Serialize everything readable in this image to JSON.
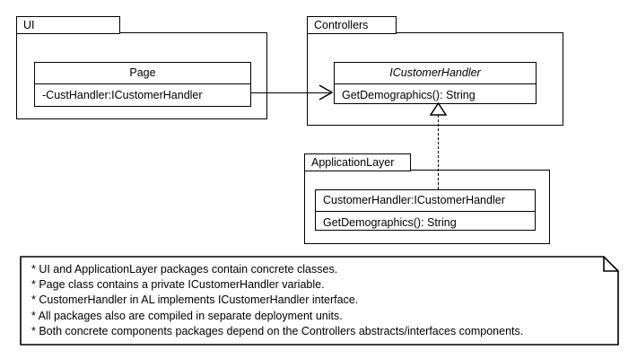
{
  "diagram": {
    "type": "uml-package-class-diagram",
    "packages": [
      {
        "id": "ui",
        "name": "UI",
        "classes": [
          {
            "id": "page",
            "name": "Page",
            "stereotype": "class",
            "name_italic": false,
            "attributes": [
              "-CustHandler:ICustomerHandler"
            ],
            "operations": []
          }
        ]
      },
      {
        "id": "controllers",
        "name": "Controllers",
        "classes": [
          {
            "id": "icustomerhandler",
            "name": "ICustomerHandler",
            "stereotype": "interface",
            "name_italic": true,
            "attributes": [],
            "operations": [
              "GetDemographics(): String"
            ]
          }
        ]
      },
      {
        "id": "applicationlayer",
        "name": "ApplicationLayer",
        "classes": [
          {
            "id": "customerhandler",
            "name": "CustomerHandler:ICustomerHandler",
            "stereotype": "class",
            "name_italic": false,
            "attributes": [],
            "operations": [
              "GetDemographics(): String"
            ]
          }
        ]
      }
    ],
    "relationships": [
      {
        "id": "page-uses-icustomerhandler",
        "type": "dependency",
        "line_style": "solid",
        "arrow_head": "open",
        "from": "page",
        "to": "icustomerhandler"
      },
      {
        "id": "customerhandler-realizes-icustomerhandler",
        "type": "realization",
        "line_style": "dashed",
        "arrow_head": "hollow-triangle",
        "from": "customerhandler",
        "to": "icustomerhandler"
      }
    ],
    "note": {
      "lines": [
        "* UI and ApplicationLayer packages contain concrete classes.",
        "* Page class contains a private ICustomerHandler variable.",
        "* CustomerHandler in AL implements ICustomerHandler interface.",
        "* All packages also are compiled in separate deployment units.",
        "* Both concrete components packages depend on the Controllers abstracts/interfaces components."
      ]
    },
    "colors": {
      "stroke": "#000000",
      "background": "#ffffff",
      "text": "#000000"
    }
  }
}
